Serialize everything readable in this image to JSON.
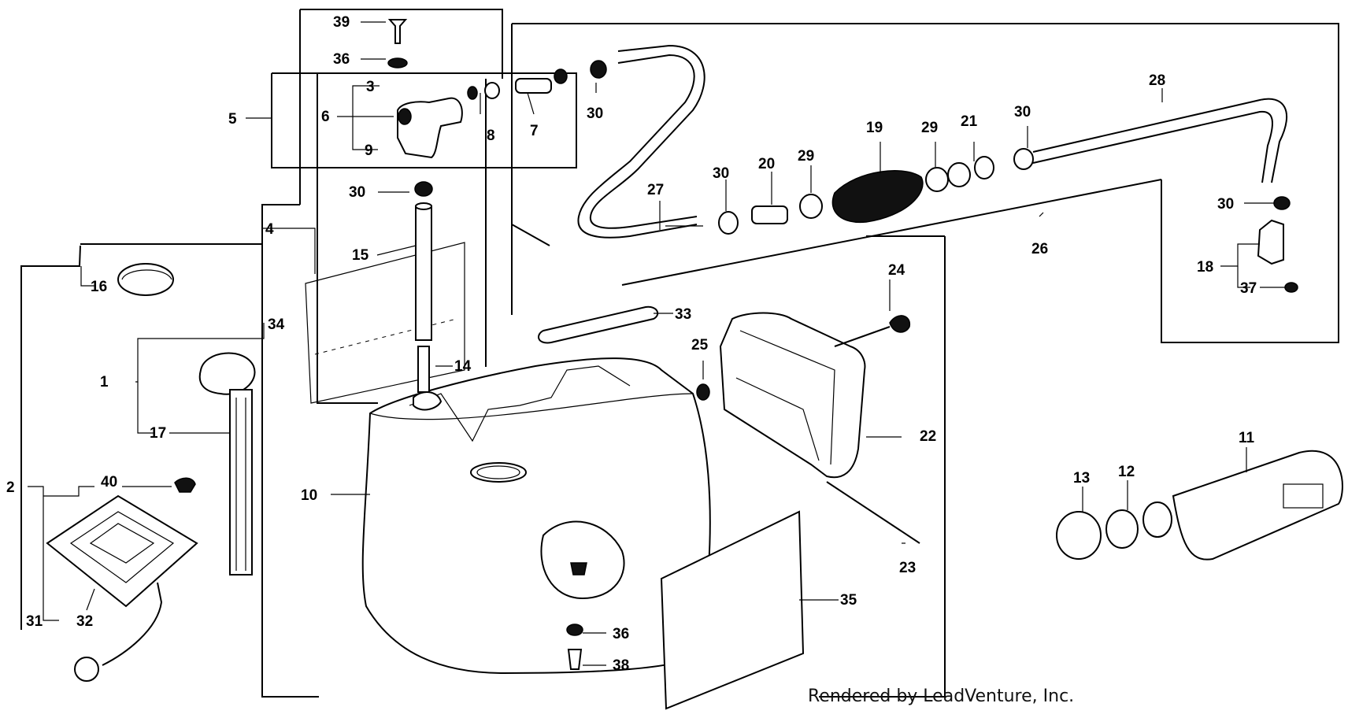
{
  "credit": "Rendered by LeadVenture, Inc.",
  "labels": {
    "l1": "1",
    "l2": "2",
    "l3": "3",
    "l4": "4",
    "l5": "5",
    "l6": "6",
    "l7": "7",
    "l8": "8",
    "l9": "9",
    "l10": "10",
    "l11": "11",
    "l12": "12",
    "l13": "13",
    "l14": "14",
    "l15": "15",
    "l16": "16",
    "l17": "17",
    "l18": "18",
    "l19": "19",
    "l20": "20",
    "l21": "21",
    "l22": "22",
    "l23": "23",
    "l24": "24",
    "l25": "25",
    "l26": "26",
    "l27": "27",
    "l28": "28",
    "l29": "29",
    "l30": "30",
    "l31": "31",
    "l32": "32",
    "l33": "33",
    "l34": "34",
    "l35": "35",
    "l36": "36",
    "l37": "37",
    "l38": "38",
    "l39": "39",
    "l40": "40"
  }
}
